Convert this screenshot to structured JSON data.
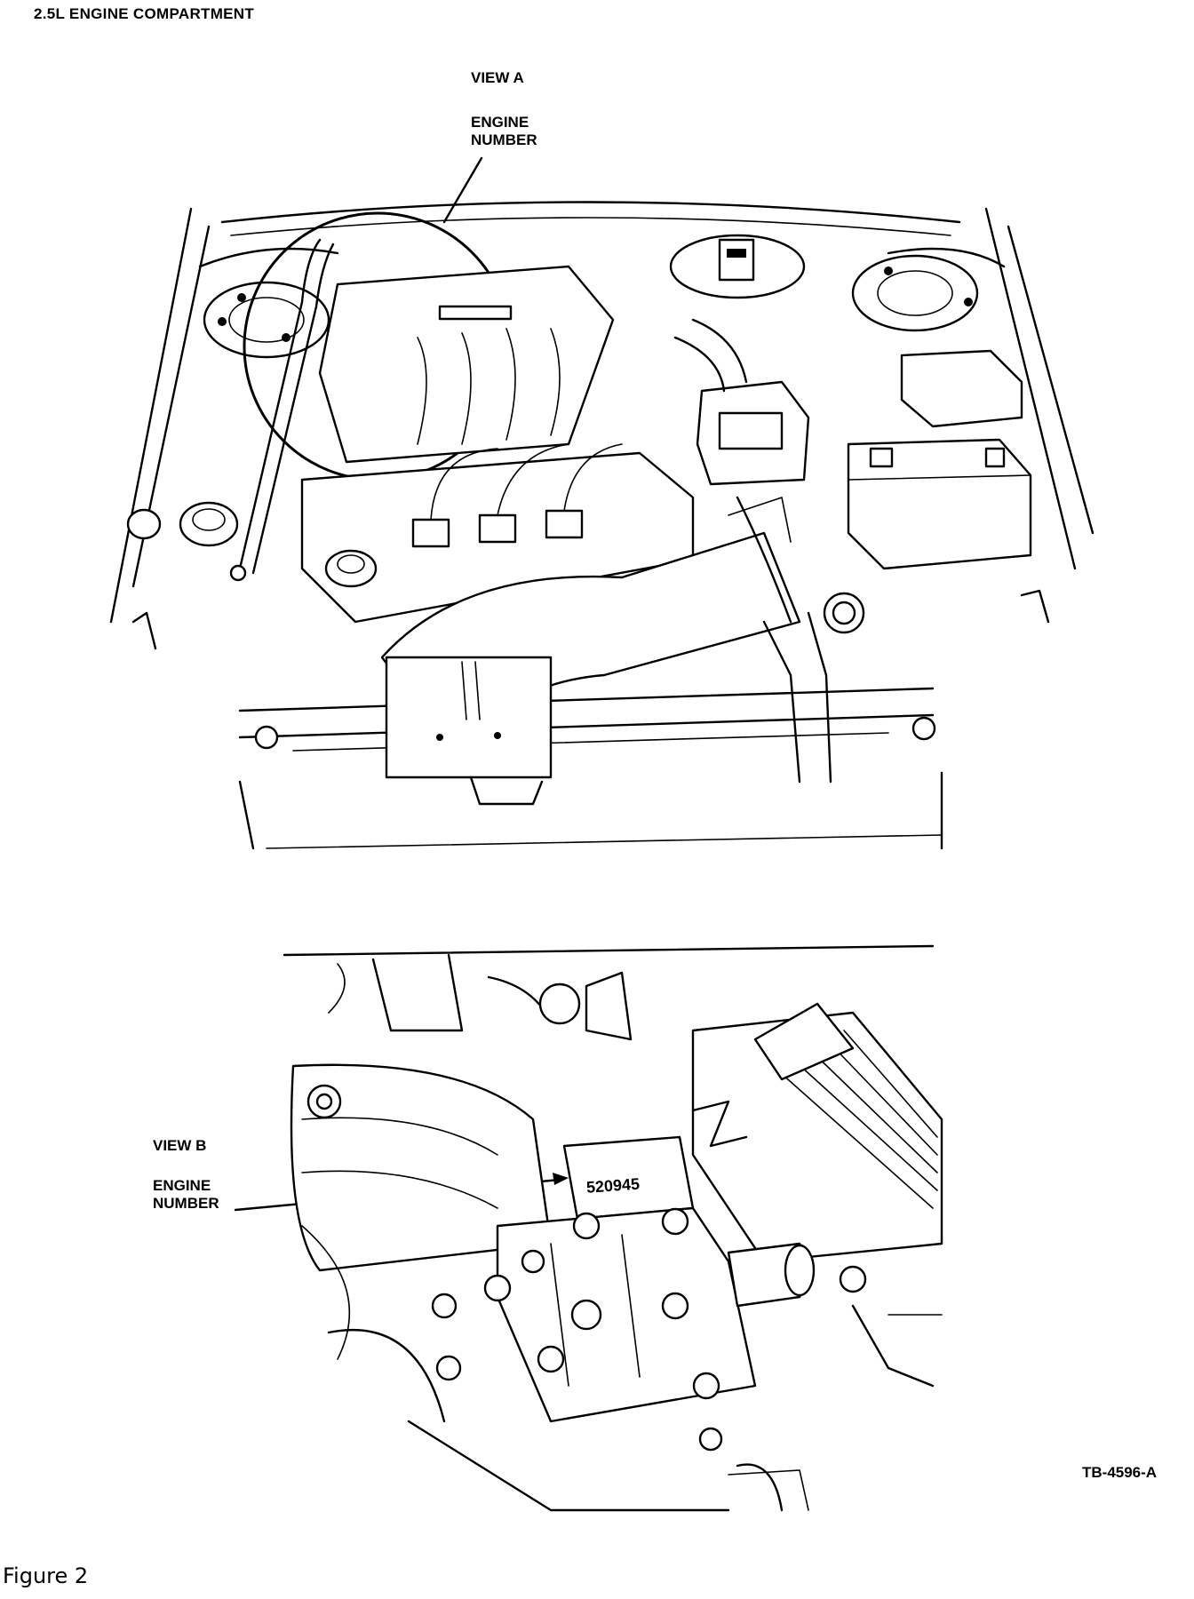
{
  "title": "2.5L ENGINE COMPARTMENT",
  "view_a": {
    "label": "VIEW A",
    "callout_line1": "ENGINE",
    "callout_line2": "NUMBER"
  },
  "view_b": {
    "label": "VIEW B",
    "callout_line1": "ENGINE",
    "callout_line2": "NUMBER",
    "stamped_number": "520945"
  },
  "reference_code": "TB-4596-A",
  "figure_caption": "Figure 2"
}
